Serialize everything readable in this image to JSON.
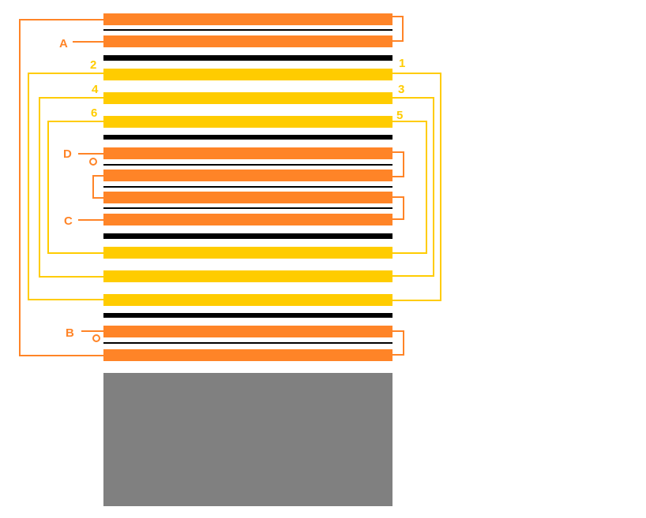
{
  "colors": {
    "orange": "#FF8427",
    "yellow": "#FFCC00",
    "black": "#000000",
    "gray": "#808080",
    "background": "#FFFFFF"
  },
  "labels": {
    "terminal_a": "A",
    "terminal_b": "B",
    "terminal_c": "C",
    "terminal_d": "D",
    "winding_1": "1",
    "winding_2": "2",
    "winding_3": "3",
    "winding_4": "4",
    "winding_5": "5",
    "winding_6": "6"
  }
}
